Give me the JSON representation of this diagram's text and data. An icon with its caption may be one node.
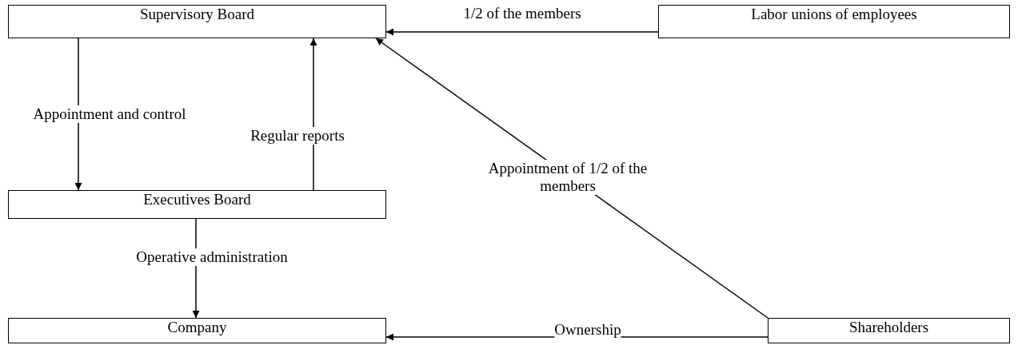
{
  "diagram": {
    "nodes": [
      {
        "text": [
          "Supervisory Board"
        ]
      },
      {
        "text": [
          "Labor unions of employees"
        ]
      },
      {
        "text": [
          "Executives Board"
        ]
      },
      {
        "text": [
          "Company"
        ]
      },
      {
        "text": [
          "Shareholders"
        ]
      }
    ],
    "edges": [
      {
        "from": 1,
        "to": 0,
        "arrow": "to",
        "label": "1/2 of the members"
      },
      {
        "from": 0,
        "to": 2,
        "arrow": "to",
        "label": "Appointment and control"
      },
      {
        "from": 2,
        "to": 0,
        "arrow": "to",
        "label": "Regular reports"
      },
      {
        "from": 4,
        "to": 0,
        "arrow": "to",
        "label": "Appointment of 1/2 of the members"
      },
      {
        "from": 2,
        "to": 3,
        "arrow": "to",
        "label": "Operative administration"
      },
      {
        "from": 4,
        "to": 3,
        "arrow": "to",
        "label": "Ownership"
      }
    ]
  }
}
